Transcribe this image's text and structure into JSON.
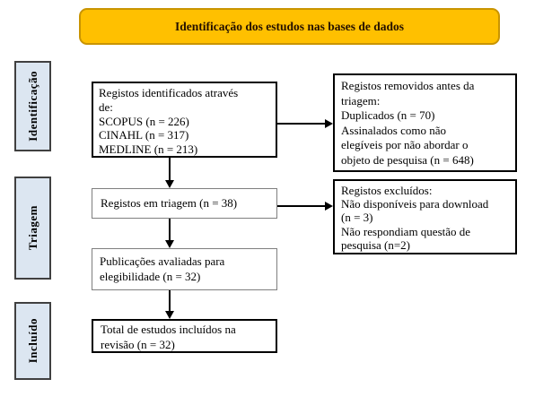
{
  "banner": {
    "title": "Identificação dos estudos nas bases de dados"
  },
  "stages": {
    "identification": "Identificação",
    "screening": "Triagem",
    "included": "Incluído"
  },
  "flow": {
    "identified": {
      "text": "Registos identificados através\nde:\nSCOPUS (n = 226)\nCINAHL (n = 317)\nMEDLINE (n = 213)"
    },
    "removed": {
      "text": "Registos removidos antes da\ntriagem:\nDuplicados (n = 70)\nAssinalados como não\nelegíveis por não abordar o\nobjeto de pesquisa (n = 648)"
    },
    "screening": {
      "text": "Registos em triagem (n = 38)"
    },
    "excluded": {
      "text": "Registos excluídos:\nNão disponíveis para download\n(n = 3)\nNão respondiam questão de\npesquisa (n=2)"
    },
    "eligibility": {
      "text": "Publicações avaliadas para\nelegibilidade (n = 32)"
    },
    "included": {
      "text": "Total de estudos incluídos na\nrevisão (n = 32)"
    }
  },
  "colors": {
    "banner_fill": "#FFC000",
    "banner_border": "#C99400",
    "banner_text": "#241000",
    "stage_fill": "#DCE6F1",
    "stage_border": "#404040",
    "box_border_dark": "#000000",
    "box_border_gray": "#7F7F7F"
  }
}
